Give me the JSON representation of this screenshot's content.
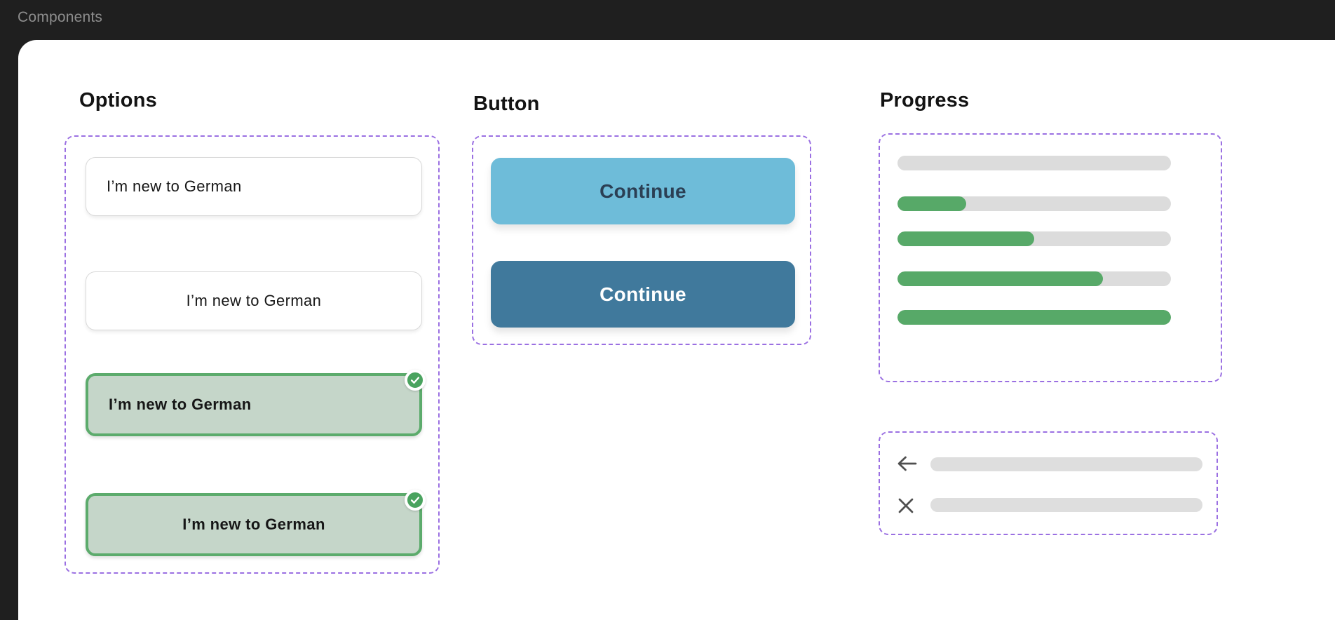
{
  "window": {
    "title": "Components"
  },
  "canvas": {
    "options": {
      "heading": "Options",
      "items": [
        {
          "label": "I’m new to German",
          "state": "default",
          "align": "left",
          "selected": false
        },
        {
          "label": "I’m new to German",
          "state": "default",
          "align": "center",
          "selected": false
        },
        {
          "label": "I’m new to German",
          "state": "selected",
          "align": "left",
          "selected": true
        },
        {
          "label": "I’m new to German",
          "state": "selected",
          "align": "center",
          "selected": true
        }
      ]
    },
    "button": {
      "heading": "Button",
      "buttons": [
        {
          "label": "Continue",
          "variant": "light-blue"
        },
        {
          "label": "Continue",
          "variant": "dark-blue"
        }
      ]
    },
    "progress": {
      "heading": "Progress",
      "bars_percent": [
        0,
        25,
        50,
        75,
        100
      ]
    },
    "nav": {
      "rows": [
        {
          "icon": "back-arrow-icon"
        },
        {
          "icon": "close-icon"
        }
      ]
    }
  },
  "colors": {
    "chrome_background": "#1f1f1f",
    "chrome_text": "#8d8d8d",
    "canvas_background": "#ffffff",
    "frame_dashed_purple": "#9b70e2",
    "option_default_border": "#d8d8d8",
    "option_selected_background": "#c5d6c9",
    "option_selected_border": "#5cab6c",
    "check_badge_green": "#4aa35f",
    "button_light_blue": "#6ebcd9",
    "button_light_blue_text": "#2b3f54",
    "button_dark_blue": "#40799c",
    "progress_track_gray": "#dcdcdc",
    "progress_fill_green": "#57a968",
    "nav_bar_gray": "#dedede",
    "nav_icon_gray": "#4f4f4f"
  }
}
